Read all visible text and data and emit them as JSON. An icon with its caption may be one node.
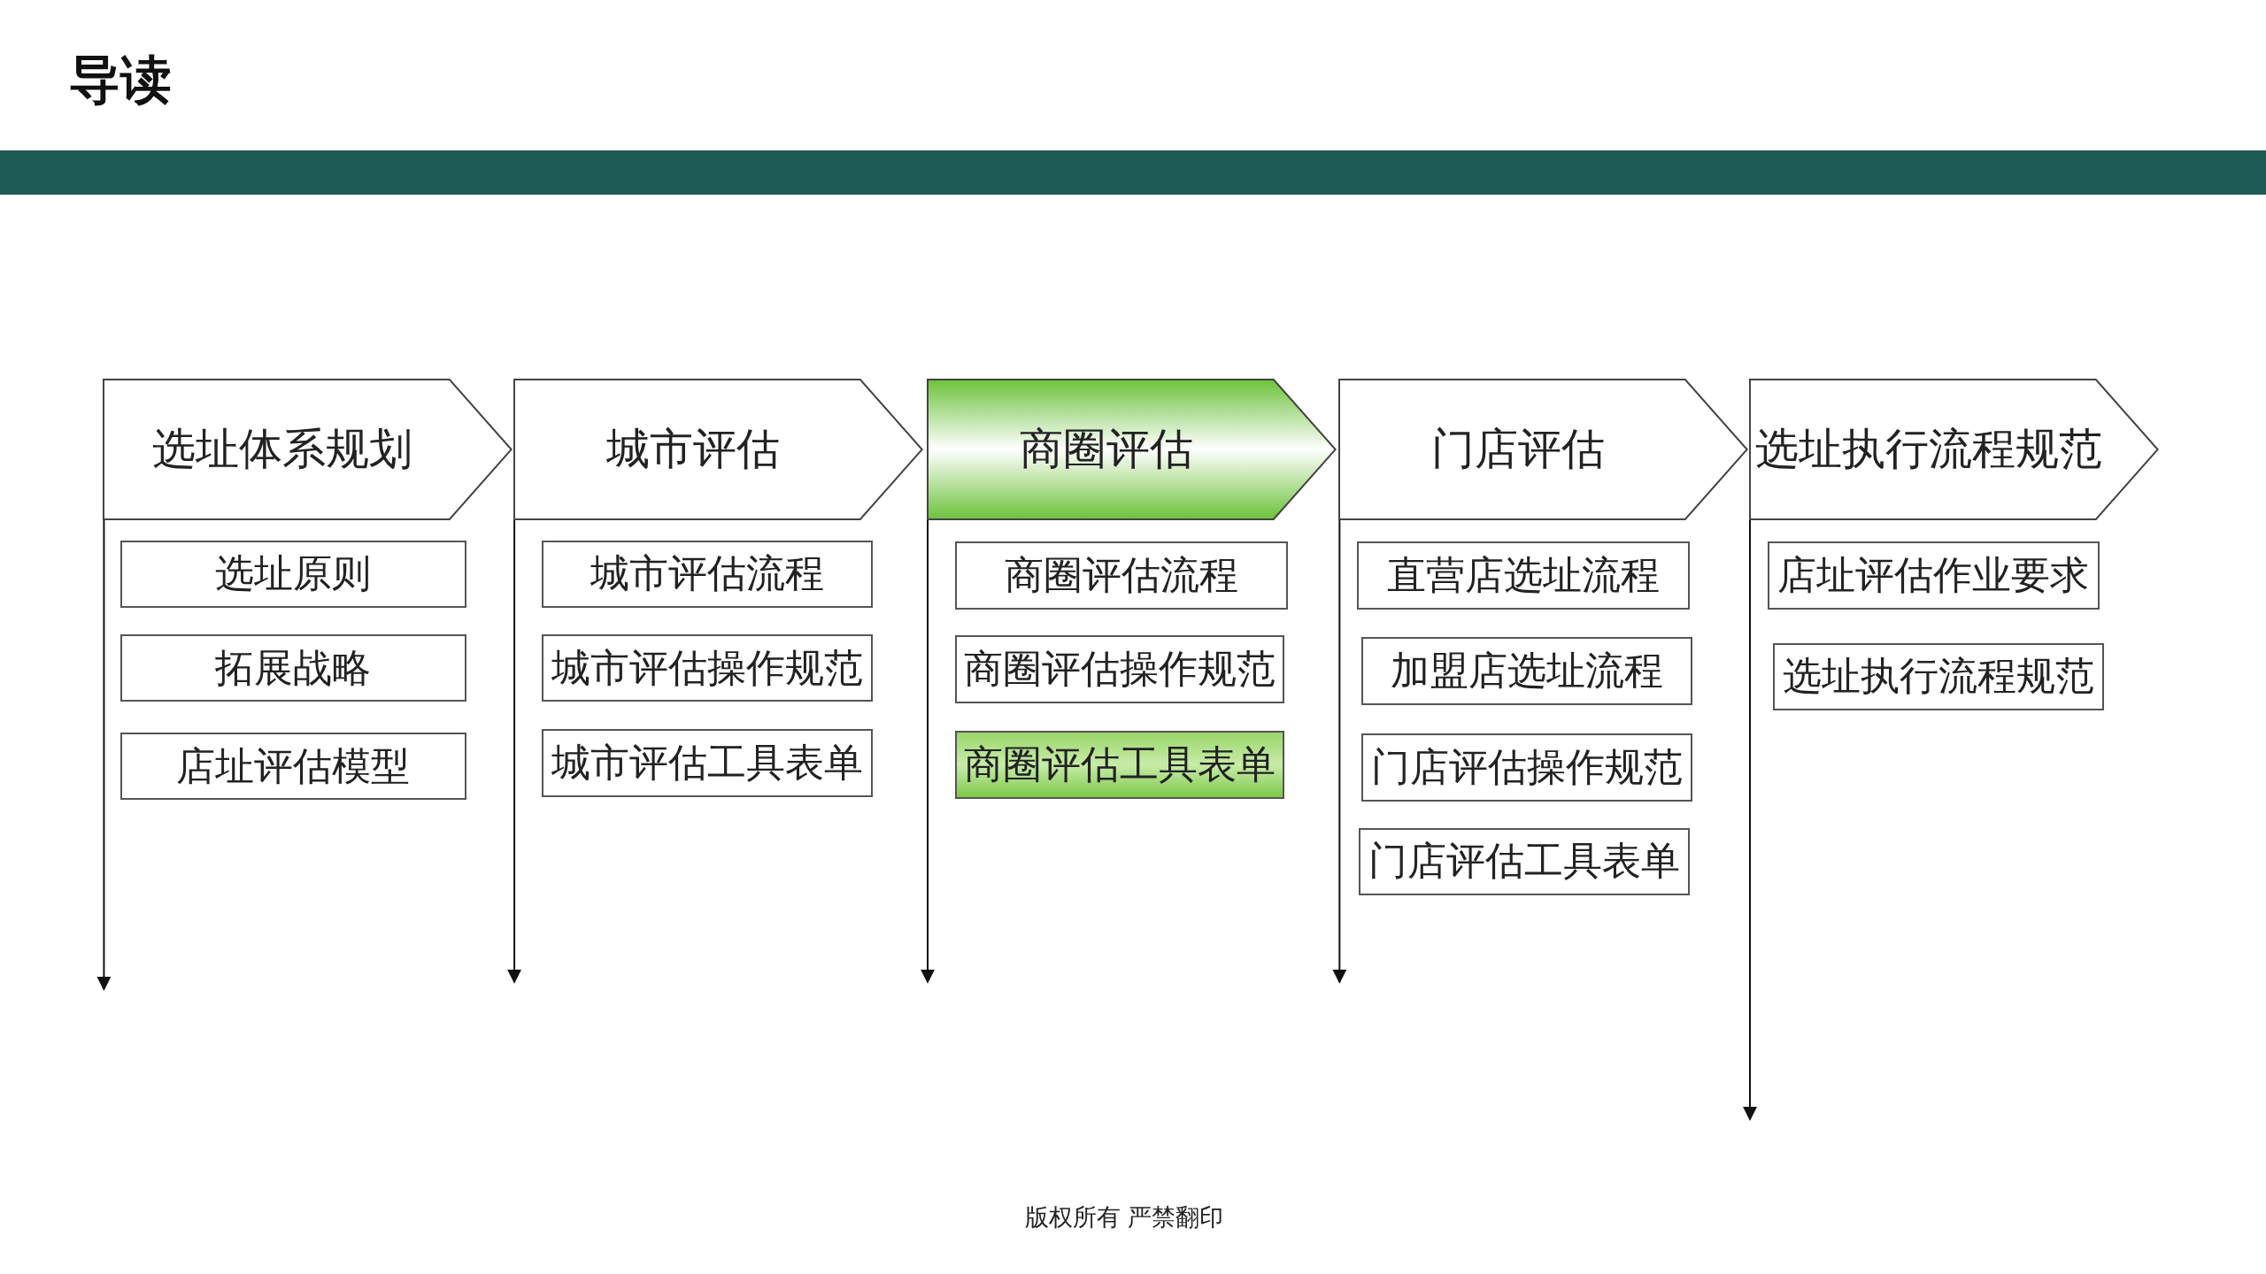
{
  "diagram": {
    "title": "导读",
    "nodes": [
      {
        "text": [
          "选址体系规划"
        ]
      },
      {
        "text": [
          "选址原则"
        ]
      },
      {
        "text": [
          "拓展战略"
        ]
      },
      {
        "text": [
          "店址评估模型"
        ]
      },
      {
        "text": [
          "城市评估"
        ]
      },
      {
        "text": [
          "城市评估流程"
        ]
      },
      {
        "text": [
          "城市评估操作规范"
        ]
      },
      {
        "text": [
          "城市评估工具表单"
        ]
      },
      {
        "text": [
          "商圈评估"
        ]
      },
      {
        "text": [
          "商圈评估流程"
        ]
      },
      {
        "text": [
          "商圈评估操作规范"
        ]
      },
      {
        "text": [
          "商圈评估工具表单"
        ]
      },
      {
        "text": [
          "门店评估"
        ]
      },
      {
        "text": [
          "直营店选址流程"
        ]
      },
      {
        "text": [
          "加盟店选址流程"
        ]
      },
      {
        "text": [
          "门店评估操作规范"
        ]
      },
      {
        "text": [
          "门店评估工具表单"
        ]
      },
      {
        "text": [
          "选址执行流程规范"
        ]
      },
      {
        "text": [
          "店址评估作业要求"
        ]
      },
      {
        "text": [
          "选址执行流程规范"
        ]
      }
    ],
    "edges": [
      {
        "from": 0,
        "to": null,
        "arrow": "to"
      },
      {
        "from": 4,
        "to": null,
        "arrow": "to"
      },
      {
        "from": 8,
        "to": null,
        "arrow": "to"
      },
      {
        "from": 12,
        "to": null,
        "arrow": "to"
      },
      {
        "from": 17,
        "to": null,
        "arrow": "to"
      }
    ],
    "labels": [
      "版权所有 严禁翻印"
    ]
  }
}
